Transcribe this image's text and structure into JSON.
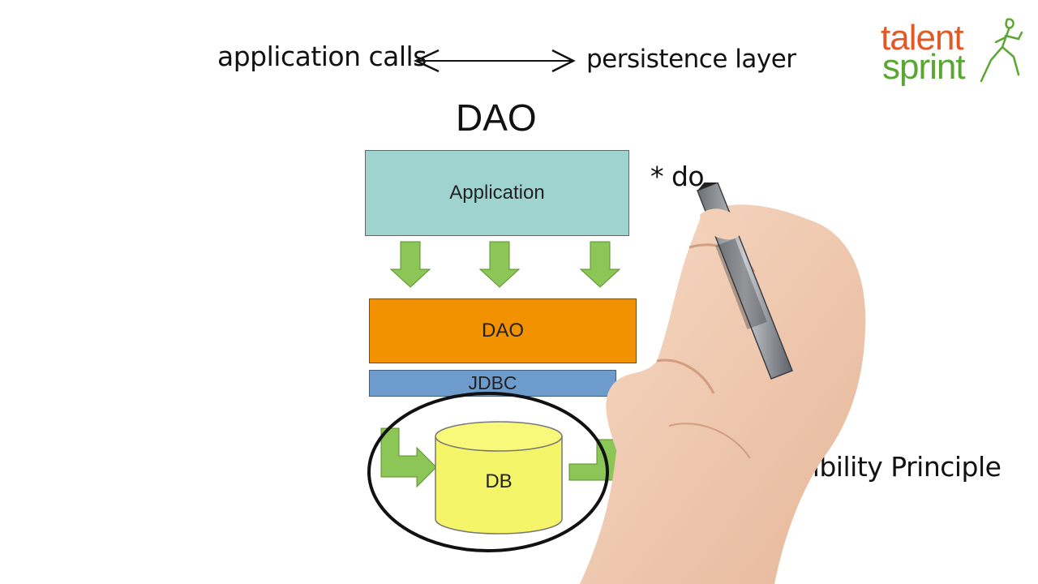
{
  "header": {
    "left_text": "application calls",
    "right_text": "persistence layer"
  },
  "title": "DAO",
  "diagram": {
    "application_label": "Application",
    "dao_label": "DAO",
    "jdbc_label": "JDBC",
    "db_label": "DB"
  },
  "notes": {
    "partial_note": "* do",
    "principle_fragment": "sibility Principle"
  },
  "logo": {
    "line1": "talent",
    "line2": "sprint"
  },
  "colors": {
    "application": "#9fd3d0",
    "dao": "#f29200",
    "jdbc": "#6d9ccc",
    "db": "#f5f56a",
    "arrow_green": "#8cc657",
    "logo_orange": "#e05a28",
    "logo_green": "#5aa632"
  }
}
